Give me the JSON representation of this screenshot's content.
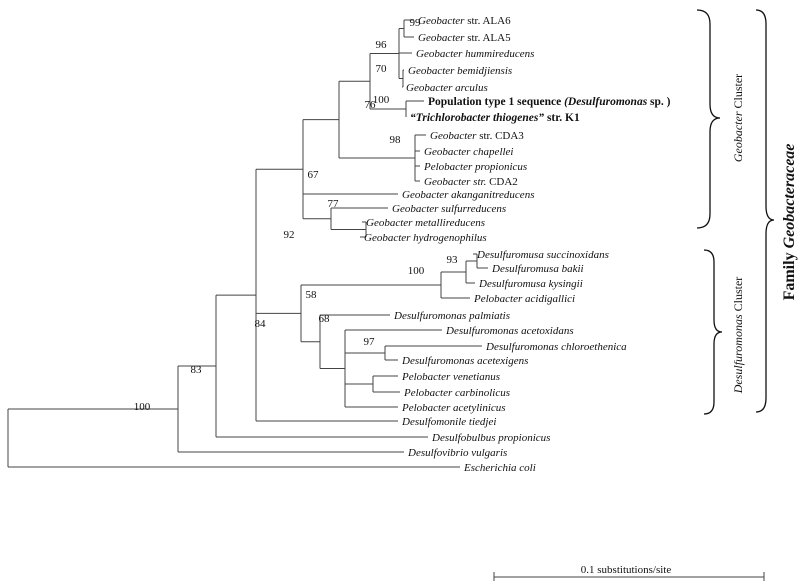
{
  "leaves": [
    {
      "id": "ala6",
      "segments": [
        {
          "t": "Geobacter",
          "s": "i"
        },
        {
          "t": " str. ALA6",
          "s": "n"
        }
      ]
    },
    {
      "id": "ala5",
      "segments": [
        {
          "t": "Geobacter",
          "s": "i"
        },
        {
          "t": " str. ALA5",
          "s": "n"
        }
      ]
    },
    {
      "id": "hummi",
      "segments": [
        {
          "t": "Geobacter hummireducens",
          "s": "i"
        }
      ]
    },
    {
      "id": "bemid",
      "segments": [
        {
          "t": "Geobacter bemidjiensis",
          "s": "i"
        }
      ]
    },
    {
      "id": "arcul",
      "segments": [
        {
          "t": "Geobacter arculus",
          "s": "i"
        }
      ]
    },
    {
      "id": "pop",
      "segments": [
        {
          "t": "Population type 1 sequence ",
          "s": "b"
        },
        {
          "t": "(Desulfuromonas",
          "s": "bi"
        },
        {
          "t": " sp. )",
          "s": "b"
        }
      ]
    },
    {
      "id": "trich",
      "segments": [
        {
          "t": "“Trichlorobacter thiogenes”",
          "s": "bi"
        },
        {
          "t": " str. K1",
          "s": "b"
        }
      ]
    },
    {
      "id": "cda3",
      "segments": [
        {
          "t": "Geobacter",
          "s": "i"
        },
        {
          "t": " str. CDA3",
          "s": "n"
        }
      ]
    },
    {
      "id": "chap",
      "segments": [
        {
          "t": "Geobacter chapellei",
          "s": "i"
        }
      ]
    },
    {
      "id": "pprop",
      "segments": [
        {
          "t": "Pelobacter propionicus",
          "s": "i"
        }
      ]
    },
    {
      "id": "cda2",
      "segments": [
        {
          "t": "Geobacter str.",
          "s": "i"
        },
        {
          "t": " CDA2",
          "s": "n"
        }
      ]
    },
    {
      "id": "akang",
      "segments": [
        {
          "t": "Geobacter akanganitreducens",
          "s": "i"
        }
      ]
    },
    {
      "id": "sulfur",
      "segments": [
        {
          "t": "Geobacter sulfurreducens",
          "s": "i"
        }
      ]
    },
    {
      "id": "metal",
      "segments": [
        {
          "t": "Geobacter metallireducens",
          "s": "i"
        }
      ]
    },
    {
      "id": "hydro",
      "segments": [
        {
          "t": "Geobacter hydrogenophilus",
          "s": "i"
        }
      ]
    },
    {
      "id": "succ",
      "segments": [
        {
          "t": "Desulfuromusa succinoxidans",
          "s": "i"
        }
      ]
    },
    {
      "id": "bakii",
      "segments": [
        {
          "t": "Desulfuromusa bakii",
          "s": "i"
        }
      ]
    },
    {
      "id": "kysing",
      "segments": [
        {
          "t": "Desulfuromusa kysingii",
          "s": "i"
        }
      ]
    },
    {
      "id": "acidig",
      "segments": [
        {
          "t": "Pelobacter acidigallici",
          "s": "i"
        }
      ]
    },
    {
      "id": "palm",
      "segments": [
        {
          "t": "Desulfuromonas palmiatis",
          "s": "i"
        }
      ]
    },
    {
      "id": "acetox",
      "segments": [
        {
          "t": "Desulfuromonas acetoxidans",
          "s": "i"
        }
      ]
    },
    {
      "id": "chloro",
      "segments": [
        {
          "t": "Desulfuromonas chloroethenica",
          "s": "i"
        }
      ]
    },
    {
      "id": "acetex",
      "segments": [
        {
          "t": "Desulfuromonas acetexigens",
          "s": "i"
        }
      ]
    },
    {
      "id": "venet",
      "segments": [
        {
          "t": "Pelobacter venetianus",
          "s": "i"
        }
      ]
    },
    {
      "id": "carbin",
      "segments": [
        {
          "t": "Pelobacter carbinolicus",
          "s": "i"
        }
      ]
    },
    {
      "id": "acetyl",
      "segments": [
        {
          "t": "Pelobacter acetylinicus",
          "s": "i"
        }
      ]
    },
    {
      "id": "tiedj",
      "segments": [
        {
          "t": "Desulfomonile tiedjei",
          "s": "i"
        }
      ]
    },
    {
      "id": "bulbus",
      "segments": [
        {
          "t": "Desulfobulbus propionicus",
          "s": "i"
        }
      ]
    },
    {
      "id": "vibrio",
      "segments": [
        {
          "t": "Desulfovibrio vulgaris",
          "s": "i"
        }
      ]
    },
    {
      "id": "ecoli",
      "segments": [
        {
          "t": "Escherichia coli",
          "s": "i"
        }
      ]
    }
  ],
  "bootstrap": [
    "99",
    "96",
    "70",
    "100",
    "76",
    "98",
    "67",
    "77",
    "92",
    "93",
    "100",
    "58",
    "68",
    "97",
    "84",
    "83",
    "100"
  ],
  "clusters": {
    "geobacter": [
      {
        "t": "Geobacter",
        "s": "i"
      },
      {
        "t": " Cluster",
        "s": "n"
      }
    ],
    "desulfuromonas": [
      {
        "t": "Desulfuromonas",
        "s": "i"
      },
      {
        "t": " Cluster",
        "s": "n"
      }
    ],
    "family": [
      {
        "t": "Family ",
        "s": "b"
      },
      {
        "t": "Geobacteraceae",
        "s": "bi"
      }
    ]
  },
  "scale_bar": {
    "label": "0.1 substitutions/site",
    "value": 0.1
  }
}
